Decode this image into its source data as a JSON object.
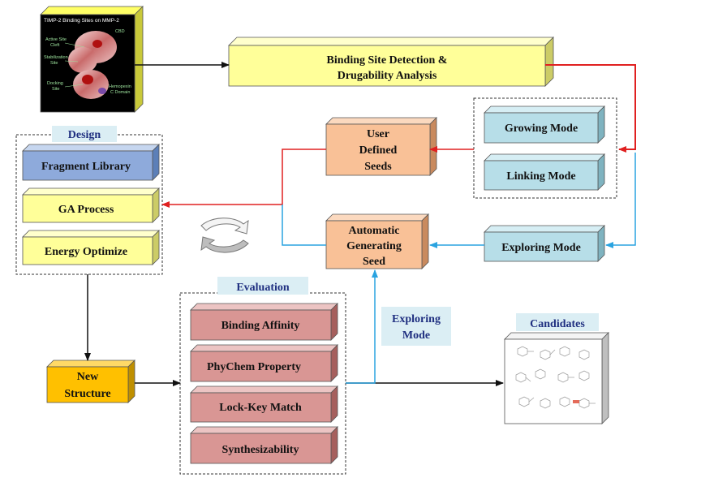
{
  "colors": {
    "yellow": "#ffff99",
    "blue": "#8eaadb",
    "teal": "#b7dee8",
    "peach": "#f9c197",
    "rose": "#d99694",
    "gold": "#ffc000",
    "arrow_red": "#e02020",
    "arrow_blue": "#2aa3e0",
    "arrow_black": "#111111",
    "title_tab": "#dbeef4"
  },
  "protein_image": {
    "title": "TIMP-2 Binding Sites on MMP-2",
    "labels": {
      "cbd": "CBD",
      "active_site": "Active Site",
      "cleft": "Cleft",
      "stabilization": "Stabilization",
      "site1": "Site",
      "docking": "Docking",
      "site2": "Site",
      "hemopexin": "Hemopexin",
      "c_domain": "C Domain"
    }
  },
  "nodes": {
    "binding_site_line1": "Binding Site Detection &",
    "binding_site_line2": "Drugability Analysis",
    "growing_mode": "Growing Mode",
    "linking_mode": "Linking Mode",
    "exploring_mode": "Exploring Mode",
    "user_seeds_line1": "User",
    "user_seeds_line2": "Defined",
    "user_seeds_line3": "Seeds",
    "auto_seed_line1": "Automatic",
    "auto_seed_line2": "Generating",
    "auto_seed_line3": "Seed",
    "new_structure_line1": "New",
    "new_structure_line2": "Structure"
  },
  "design": {
    "title": "Design",
    "items": [
      "Fragment Library",
      "GA Process",
      "Energy Optimize"
    ]
  },
  "evaluation": {
    "title": "Evaluation",
    "items": [
      "Binding Affinity",
      "PhyChem Property",
      "Lock-Key Match",
      "Synthesizability"
    ]
  },
  "exploring_label": {
    "line1": "Exploring",
    "line2": "Mode"
  },
  "candidates": {
    "title": "Candidates"
  }
}
